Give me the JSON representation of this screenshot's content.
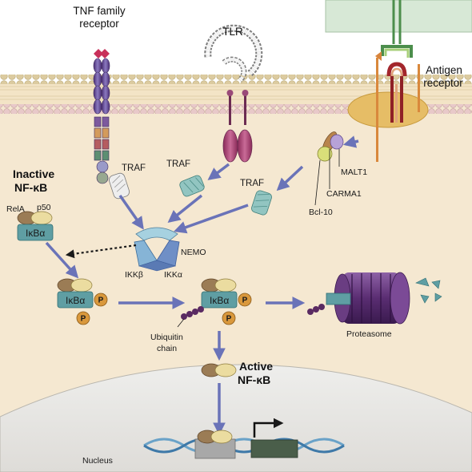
{
  "labels": {
    "tnf_receptor": [
      "TNF family",
      "receptor"
    ],
    "tlr": "TLR",
    "antigen_receptor": [
      "Antigen",
      "receptor"
    ],
    "traf": "TRAF",
    "malt1": "MALT1",
    "carma1": "CARMA1",
    "bcl10": "Bcl-10",
    "inactive_nfkb": [
      "Inactive",
      "NF-κB"
    ],
    "rela": "RelA",
    "p50": "p50",
    "ikba": "IκBα",
    "nemo": "NEMO",
    "ikkb": "IKKβ",
    "ikka": "IKKα",
    "p": "P",
    "ubiquitin_chain": [
      "Ubiquitin",
      "chain"
    ],
    "proteasome": "Proteasome",
    "active_nfkb": [
      "Active",
      "NF-κB"
    ],
    "nucleus": "Nucleus"
  },
  "colors": {
    "cytoplasm": "#f6ead5",
    "membrane_head": "#d9c89a",
    "extracellular_cell": "#d5e6d6",
    "nucleus": "#e8e8e6",
    "arrow": "#6a73b8",
    "ikba_box": "#5f9ea3",
    "rela": "#9b7c55",
    "p50": "#e8dca0",
    "phosphate": "#d9983c",
    "ubiquitin": "#5a2a62",
    "proteasome": "#6b3d80",
    "tlr": "#b04a7a",
    "tnf_receptor": "#6e68a8",
    "traf": "#8fc1bf",
    "ikk_complex": "#a8c8e0",
    "lipid_raft": "#e8c26a",
    "antigen_receptor": "#b8342f",
    "dna": "#6aa2c8",
    "gene_box": "#4a5e4a"
  },
  "icons": [
    "membrane-bilayer",
    "tnf-receptor",
    "tlr-horseshoe",
    "antigen-receptor",
    "lipid-raft",
    "traf-capsule",
    "ikk-complex",
    "phosphate-badge",
    "ubiquitin-chain",
    "proteasome-barrel",
    "peptide-fragments",
    "dna-helix",
    "transcription-arrow"
  ]
}
